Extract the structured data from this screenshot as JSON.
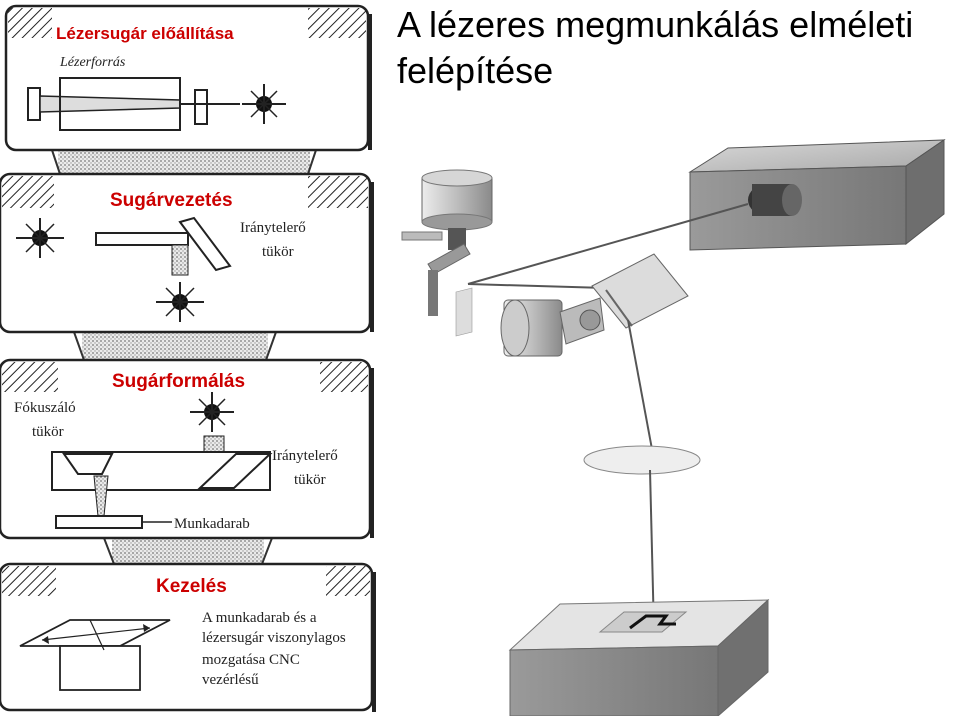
{
  "title": "A lézeres megmunkálás elméleti felépítése",
  "panels": [
    {
      "heading": "Lézersugár előállítása",
      "labels": [
        "Lézerforrás"
      ]
    },
    {
      "heading": "Sugárvezetés",
      "labels": [
        "Iránytelerő",
        "tükör"
      ]
    },
    {
      "heading": "Sugárformálás",
      "labels": [
        "Fókuszáló",
        "tükör",
        "Iránytelerő",
        "tükör",
        "Munkadarab"
      ]
    },
    {
      "heading": "Kezelés",
      "labels": [
        "A munkadarab és a",
        "lézersugár viszonylagos",
        "mozgatása CNC",
        "vezérlésű"
      ]
    }
  ]
}
